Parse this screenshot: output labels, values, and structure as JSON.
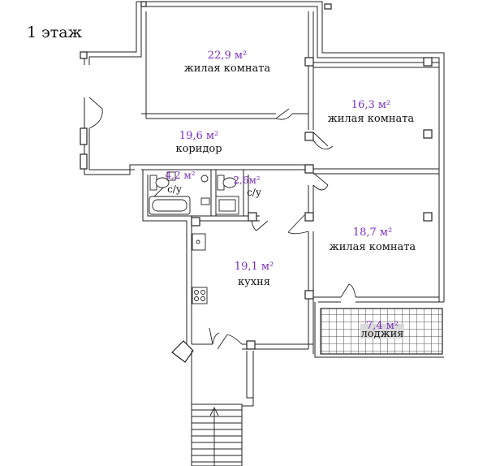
{
  "floor_label": "1 этаж",
  "rooms": [
    {
      "id": "living-1",
      "area": "22,9 м²",
      "name": "жилая комната"
    },
    {
      "id": "living-2",
      "area": "16,3 м²",
      "name": "жилая комната"
    },
    {
      "id": "corridor",
      "area": "19,6 м²",
      "name": "коридор"
    },
    {
      "id": "bath-1",
      "area": "4,2 м²",
      "name": "с/у"
    },
    {
      "id": "bath-2",
      "area": "2,6м²",
      "name": "с/у"
    },
    {
      "id": "living-3",
      "area": "18,7 м²",
      "name": "жилая комната"
    },
    {
      "id": "kitchen",
      "area": "19,1 м²",
      "name": "кухня"
    },
    {
      "id": "loggia",
      "area": "7,4 м²",
      "name": "лоджия"
    }
  ],
  "colors": {
    "area_text": "#7b2fbe",
    "walls": "#222222",
    "loggia_label_bg": "#d9d9d9"
  }
}
